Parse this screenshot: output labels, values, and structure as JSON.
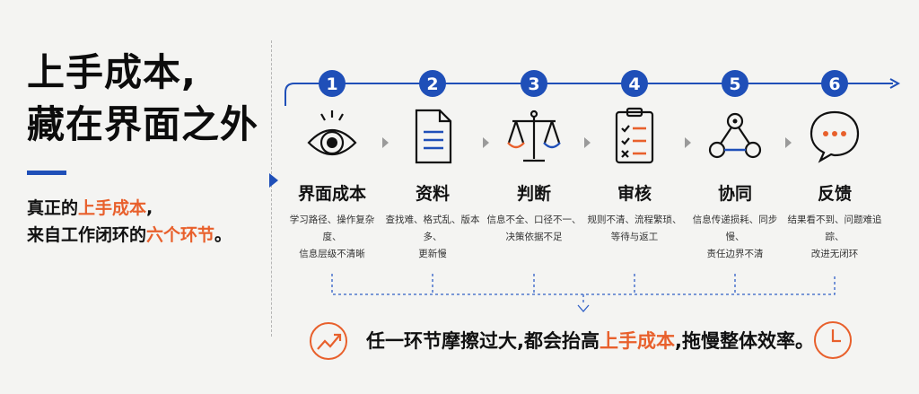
{
  "headline": {
    "line1": "上手成本,",
    "line2": "藏在界面之外"
  },
  "subtitle": {
    "line1_pre": "真正的",
    "line1_hl": "上手成本",
    "line1_post": ",",
    "line2_pre": "来自工作闭环的",
    "line2_hl": "六个环节",
    "line2_post": "。"
  },
  "steps": [
    {
      "num": "1",
      "icon": "eye-icon",
      "name": "界面成本",
      "desc1": "学习路径、操作复杂度、",
      "desc2": "信息层级不清晰"
    },
    {
      "num": "2",
      "icon": "document-icon",
      "name": "资料",
      "desc1": "查找难、格式乱、版本多、",
      "desc2": "更新慢"
    },
    {
      "num": "3",
      "icon": "scales-icon",
      "name": "判断",
      "desc1": "信息不全、口径不一、",
      "desc2": "决策依据不足"
    },
    {
      "num": "4",
      "icon": "clipboard-checklist-icon",
      "name": "审核",
      "desc1": "规则不清、流程繁琐、",
      "desc2": "等待与返工"
    },
    {
      "num": "5",
      "icon": "network-icon",
      "name": "协同",
      "desc1": "信息传递损耗、同步慢、",
      "desc2": "责任边界不清"
    },
    {
      "num": "6",
      "icon": "chat-bubble-icon",
      "name": "反馈",
      "desc1": "结果看不到、问题难追踪、",
      "desc2": "改进无闭环"
    }
  ],
  "conclusion": {
    "pre": "任一环节摩擦过大,都会抬高",
    "hl": "上手成本",
    "post": ",拖慢整体效率。"
  },
  "colors": {
    "blue": "#1f4fb8",
    "orange": "#e8602c"
  }
}
